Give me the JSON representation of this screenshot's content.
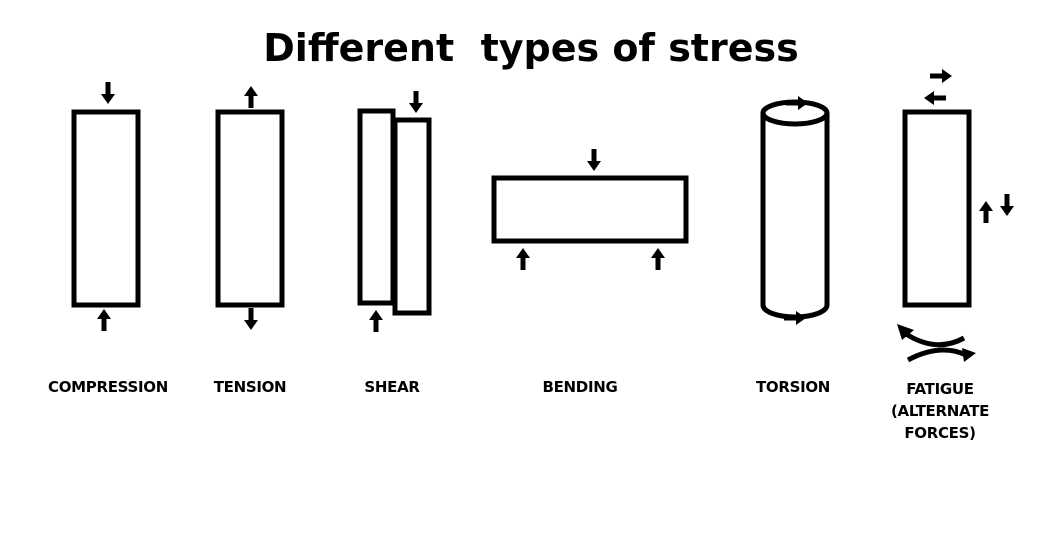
{
  "title": "Different  types of stress",
  "labels": {
    "compression": "COMPRESSION",
    "tension": "TENSION",
    "shear": "SHEAR",
    "bending": "BENDING",
    "torsion": "TORSION",
    "fatigue_line1": "FATIGUE",
    "fatigue_line2": "(ALTERNATE",
    "fatigue_line3": "FORCES)"
  },
  "colors": {
    "ink": "#000000",
    "background": "#ffffff"
  }
}
